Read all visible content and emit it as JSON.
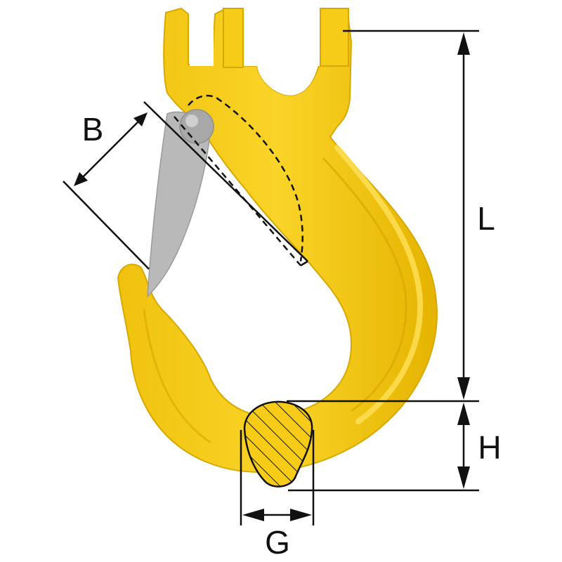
{
  "diagram": {
    "labels": {
      "B": "B",
      "L": "L",
      "H": "H",
      "G": "G"
    },
    "colors": {
      "hook_body": "#F6CC18",
      "hook_highlight": "#FFE15A",
      "hook_shadow": "#D9A800",
      "latch": "#B9B9B9",
      "pivot_pin": "#A8A8A8",
      "lines": "#111111",
      "background": "#FFFFFF"
    }
  }
}
